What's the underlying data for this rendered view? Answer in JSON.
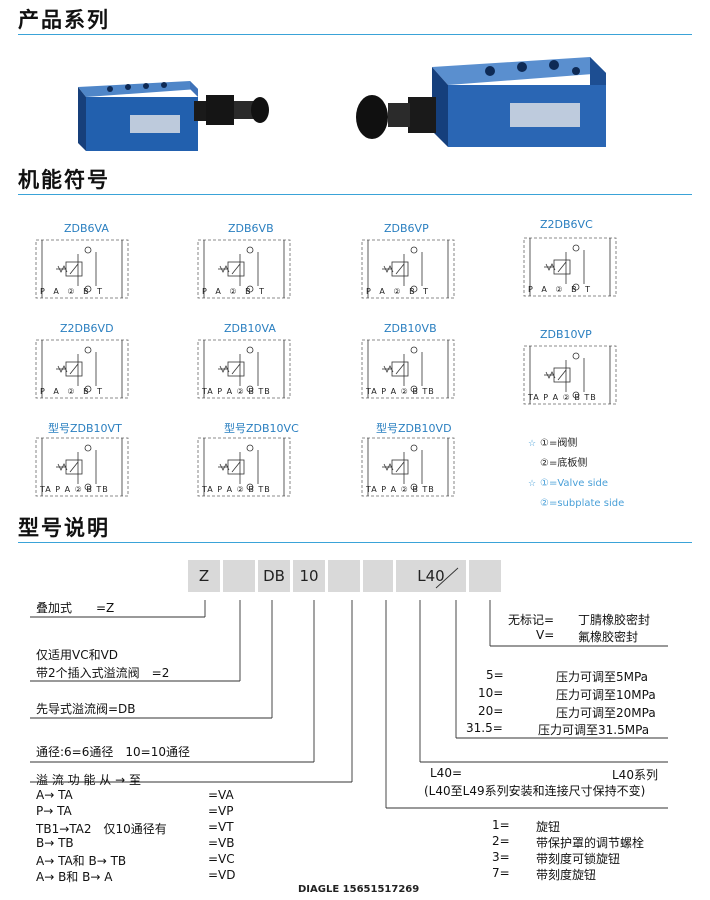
{
  "sections": {
    "products": "产品系列",
    "symbols": "机能符号",
    "model": "型号说明"
  },
  "symbols": [
    {
      "label": "ZDB6VA",
      "ports": "P A ② B T"
    },
    {
      "label": "ZDB6VB",
      "ports": "P A ② B T"
    },
    {
      "label": "ZDB6VP",
      "ports": "P A ② B T"
    },
    {
      "label": "Z2DB6VC",
      "ports": "P A ② B T"
    },
    {
      "label": "Z2DB6VD",
      "ports": "P A ② B T"
    },
    {
      "label": "ZDB10VA",
      "ports": "TA P A ② B TB"
    },
    {
      "label": "ZDB10VB",
      "ports": "TA P A ② B TB"
    },
    {
      "label": "ZDB10VP",
      "ports": "TA P A ② B TB"
    },
    {
      "label": "型号ZDB10VT",
      "ports": "TA P A ② B TB"
    },
    {
      "label": "型号ZDB10VC",
      "ports": "TA P A ② B TB"
    },
    {
      "label": "型号ZDB10VD",
      "ports": "TA P A ② B TB"
    }
  ],
  "legend": {
    "valve_cn": "①=阀侧",
    "subplate_cn": "②=底板侧",
    "valve_en": "①=Valve side",
    "subplate_en": "②=subplate side"
  },
  "code": {
    "c1": "Z",
    "c2": "",
    "c3": "DB",
    "c4": "10",
    "c5": "",
    "c6": "",
    "c7": "L40",
    "c8": ""
  },
  "left_desc": {
    "stack": "叠加式　　=Z",
    "vc_vd_1": "仅适用VC和VD",
    "vc_vd_2": "带2个插入式溢流阀　=2",
    "pilot": "先导式溢流阀=DB",
    "size": "通径:6=6通径　10=10通径",
    "flow_title": "溢 流 功 能 从 → 至",
    "flows": [
      {
        "k": "A→ TA",
        "v": "=VA"
      },
      {
        "k": "P→ TA",
        "v": "=VP"
      },
      {
        "k": "TB1→TA2　仅10通径有",
        "v": "=VT"
      },
      {
        "k": "B→ TB",
        "v": "=VB"
      },
      {
        "k": "A→ TA和 B→ TB",
        "v": "=VC"
      },
      {
        "k": "A→ B和 B→ A",
        "v": "=VD"
      }
    ]
  },
  "right_desc": {
    "seal_1_k": "无标记=",
    "seal_1_v": "丁腈橡胶密封",
    "seal_2_k": "V=",
    "seal_2_v": "氟橡胶密封",
    "pressures": [
      {
        "k": "5=",
        "v": "压力可调至5MPa"
      },
      {
        "k": "10=",
        "v": "压力可调至10MPa"
      },
      {
        "k": "20=",
        "v": "压力可调至20MPa"
      },
      {
        "k": "31.5=",
        "v": "压力可调至31.5MPa"
      }
    ],
    "series_k": "L40=",
    "series_v": "L40系列",
    "series_note": "(L40至L49系列安装和连接尺寸保持不变)",
    "adjust": [
      {
        "k": "1=",
        "v": "旋钮"
      },
      {
        "k": "2=",
        "v": "带保护罩的调节螺栓"
      },
      {
        "k": "3=",
        "v": "带刻度可锁旋钮"
      },
      {
        "k": "7=",
        "v": "带刻度旋钮"
      }
    ]
  },
  "footer": "DIAGLE 15651517269",
  "colors": {
    "accent": "#3aa3d8",
    "valve_blue": "#1f5fae",
    "code_bg": "#d9d9d9"
  }
}
